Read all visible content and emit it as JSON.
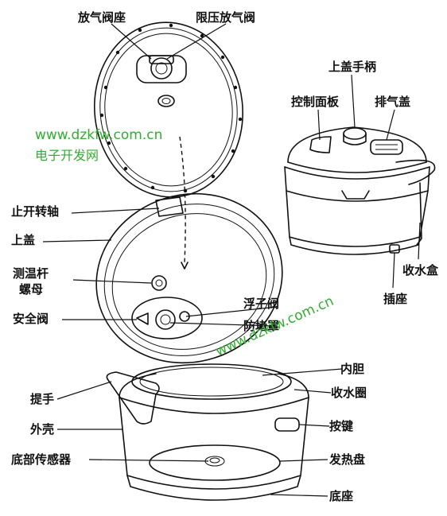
{
  "labels": {
    "vent_valve_seat": "放气阀座",
    "pressure_limit_valve": "限压放气阀",
    "lid_handle": "上盖手柄",
    "control_panel": "控制面板",
    "exhaust_cover": "排气盖",
    "hinge_shaft": "止开转轴",
    "top_lid": "上盖",
    "temp_rod_nut_line1": "测温杆",
    "temp_rod_nut_line2": "螺母",
    "safety_valve": "安全阀",
    "float_valve": "浮子阀",
    "anti_block_cover": "防堵罩",
    "water_collector_box": "收水盒",
    "socket": "插座",
    "inner_pot": "内胆",
    "water_collector_ring": "收水圈",
    "carry_handle": "提手",
    "outer_shell": "外壳",
    "button": "按键",
    "bottom_sensor": "底部传感器",
    "heating_plate": "发热盘",
    "base": "底座"
  },
  "watermark": {
    "line1": "www.dzkfw.com.cn",
    "line2": "电子开发网",
    "diagonal": "www.dzkfw.com.cn"
  },
  "colors": {
    "line": "#111111",
    "watermark": "#2fae2f"
  }
}
